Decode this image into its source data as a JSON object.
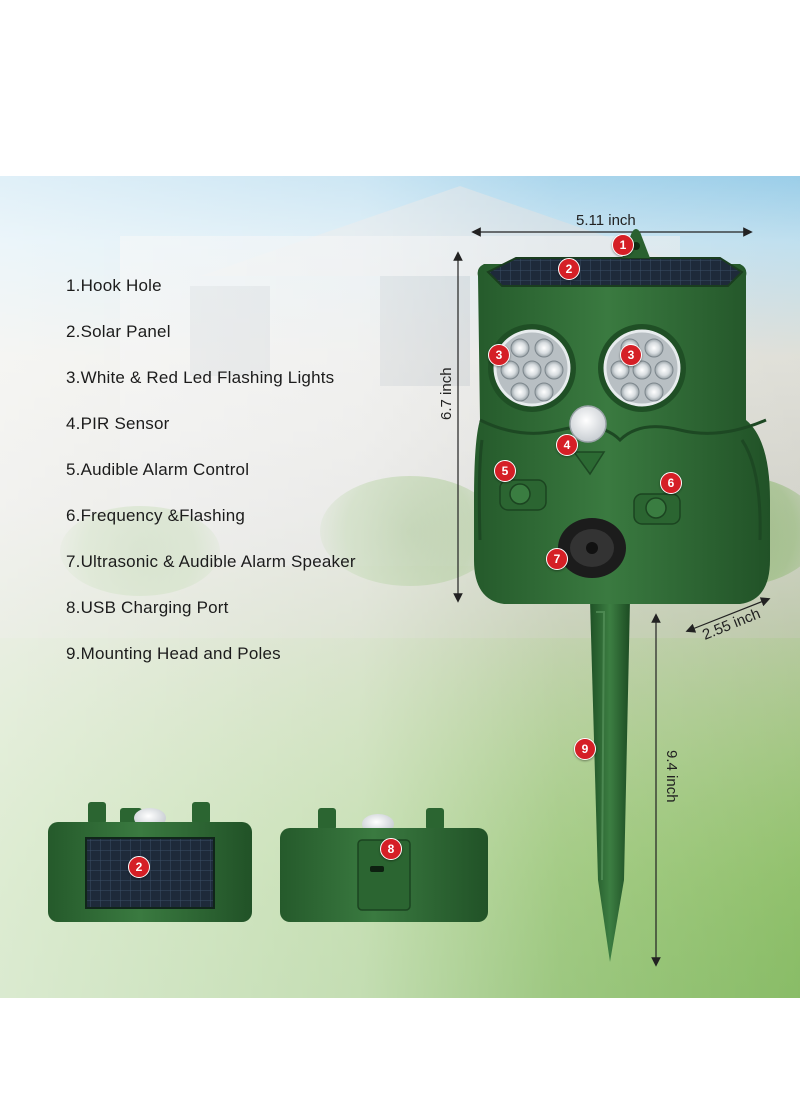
{
  "features": [
    "1.Hook Hole",
    "2.Solar Panel",
    "3.White & Red Led Flashing Lights",
    "4.PIR Sensor",
    "5.Audible Alarm Control",
    "6.Frequency &Flashing",
    "7.Ultrasonic & Audible Alarm Speaker",
    "8.USB Charging Port",
    "9.Mounting Head and Poles"
  ],
  "dimensions": {
    "width": "5.11 inch",
    "height": "6.7 inch",
    "depth": "2.55 inch",
    "pole": "9.4 inch"
  },
  "badges": {
    "hook": "1",
    "solar_top": "2",
    "led_left": "3",
    "led_right": "3",
    "pir": "4",
    "alarm_control": "5",
    "frequency": "6",
    "speaker": "7",
    "usb": "8",
    "pole": "9",
    "solar_bottom": "2"
  },
  "colors": {
    "device_green": "#2f6b35",
    "badge_red": "#d51f26"
  }
}
